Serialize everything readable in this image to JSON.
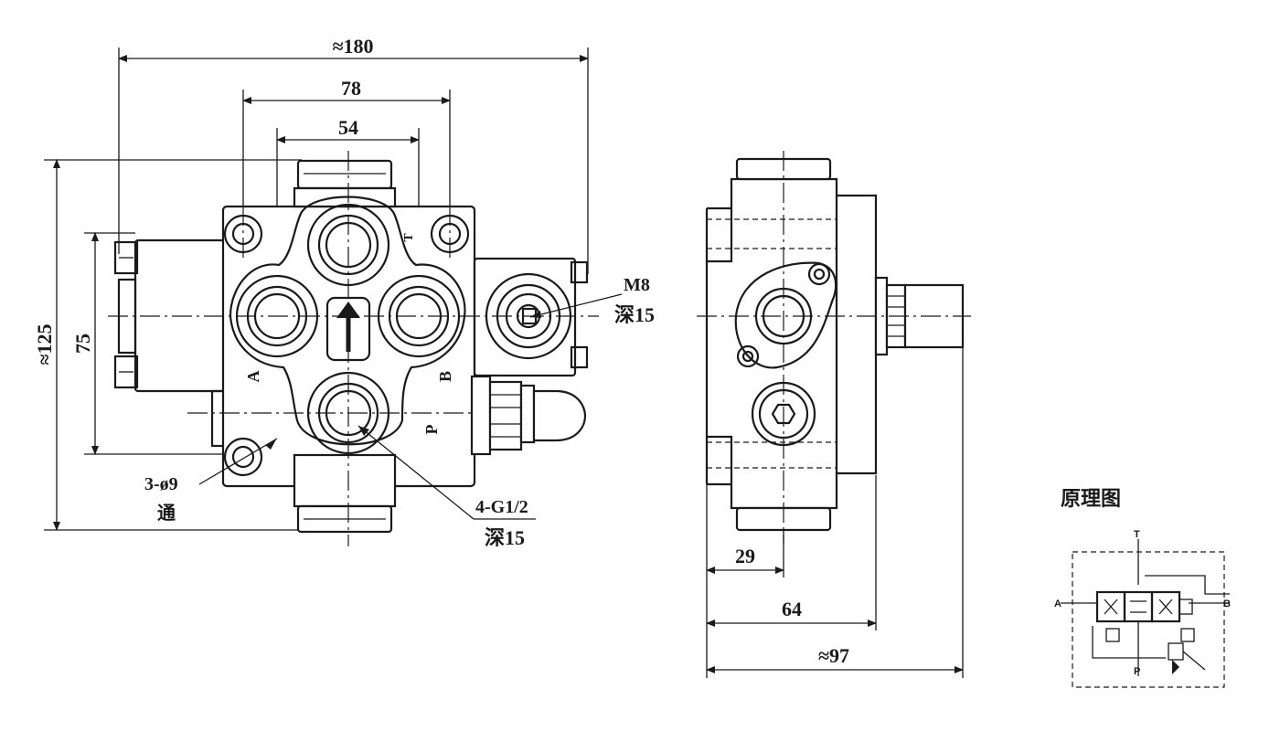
{
  "front_view": {
    "dim_overall_width": "≈180",
    "dim_78": "78",
    "dim_54": "54",
    "dim_overall_height": "≈125",
    "dim_75": "75",
    "port_label_a": "A",
    "port_label_b": "B",
    "port_label_p": "P",
    "port_label_t": "T",
    "callout_m8_line1": "M8",
    "callout_m8_line2": "深15",
    "callout_hole_line1": "3-ø9",
    "callout_hole_line2": "通",
    "callout_port_line1": "4-G1/2",
    "callout_port_line2": "深15"
  },
  "side_view": {
    "dim_29": "29",
    "dim_64": "64",
    "dim_97": "≈97"
  },
  "schematic": {
    "title": "原理图",
    "label_t": "T",
    "label_a": "A",
    "label_b": "B",
    "label_p": "P"
  }
}
